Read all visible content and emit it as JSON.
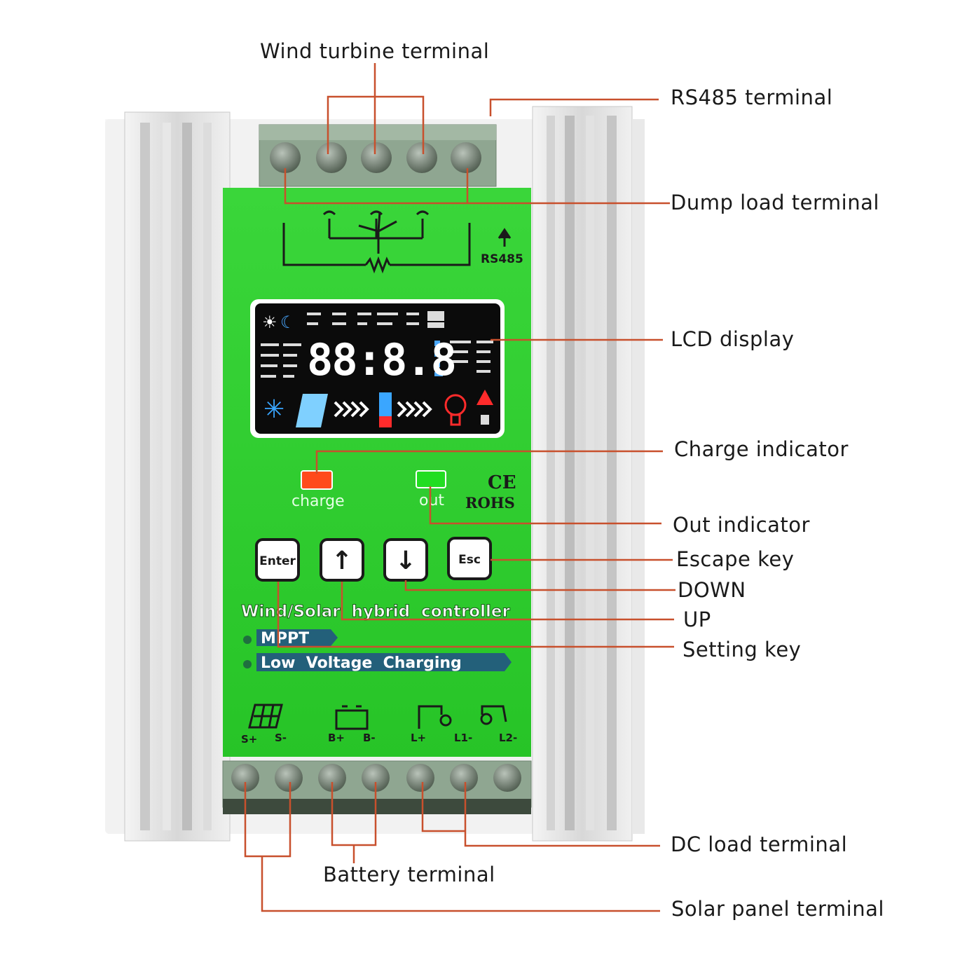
{
  "callouts": {
    "wind_turbine": "Wind turbine terminal",
    "rs485": "RS485 terminal",
    "dump_load": "Dump load terminal",
    "lcd": "LCD display",
    "charge_indicator": "Charge indicator",
    "out_indicator": "Out indicator",
    "escape_key": "Escape key",
    "down": "DOWN",
    "up": "UP",
    "setting_key": "Setting key",
    "dc_load": "DC load terminal",
    "battery": "Battery terminal",
    "solar_panel": "Solar panel terminal"
  },
  "panel": {
    "rs485_label": "RS485",
    "lcd_digits": "88:8.8",
    "charge_label": "charge",
    "out_label": "out",
    "ce_mark": "CE",
    "rohs_mark": "ROHS",
    "title": "Wind/Solar  hybrid  controller",
    "feature_1": "MPPT",
    "feature_2": "Low  Voltage  Charging",
    "terminals": [
      "S+",
      "S-",
      "B+",
      "B-",
      "L+",
      "L1-",
      "L2-"
    ]
  },
  "keys": {
    "enter": "Enter",
    "up": "↑",
    "down": "↓",
    "esc": "Esc"
  },
  "colors": {
    "panel_green": "#2fd12f",
    "leader_line": "#c8502d",
    "charge_led": "#ff4a1c",
    "out_led": "#22dd22"
  }
}
